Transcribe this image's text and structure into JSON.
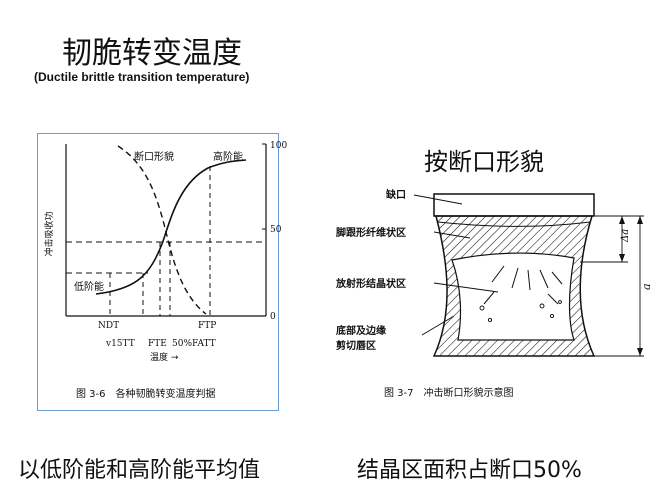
{
  "slide": {
    "title": "韧脆转变温度",
    "subtitle": "(Ductile brittle transition temperature)",
    "method_heading": "按断口形貌",
    "caption_left": "以低阶能和高阶能平均值",
    "caption_right": "结晶区面积占断口50%"
  },
  "fig36": {
    "caption": "图 3-6　各种韧脆转变温度判据",
    "y_axis_label": "冲击吸收功",
    "right_ticks": [
      "100",
      "50",
      "0"
    ],
    "label_fracture": "断口形貌",
    "label_high": "高阶能",
    "label_low": "低阶能",
    "label_ndt": "NDT",
    "label_v15tt": "v15TT",
    "label_fte": "FTE",
    "label_fatt": "50%FATT",
    "label_ftp": "FTP",
    "x_axis_label": "温度 →"
  },
  "fig37": {
    "caption": "图 3-7　冲击断口形貌示意图",
    "label_notch": "缺口",
    "label_fibrous": "脚跟形纤维状区",
    "label_radial": "放射形结晶状区",
    "label_shear_1": "底部及边缘",
    "label_shear_2": "剪切唇区",
    "dim_delta_a": "Δa",
    "dim_a": "a"
  }
}
